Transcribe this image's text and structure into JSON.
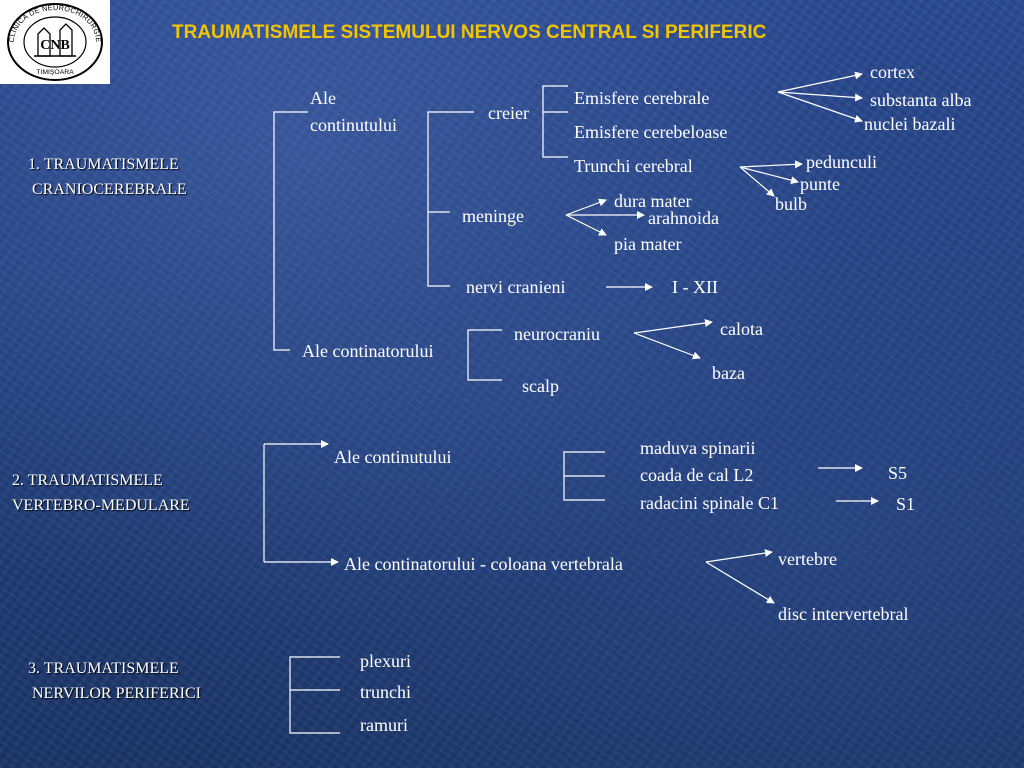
{
  "title": "TRAUMATISMELE SISTEMULUI NERVOS CENTRAL SI PERIFERIC",
  "logo": {
    "ring_text_top": "CLINICA DE NEUROCHIRURGIE",
    "ring_text_bottom": "TIMIŞOARA",
    "monogram": "CNB"
  },
  "colors": {
    "title": "#f2c500",
    "text": "#ffffff",
    "lines": "#ffffff"
  },
  "section1": {
    "label": "1. TRAUMATISMELE\n CRANIOCEREBRALE",
    "continut_label_1": "Ale",
    "continut_label_2": "continutului",
    "creier": "creier",
    "emisfere_cerebrale": "Emisfere cerebrale",
    "emisfere_cerebeloase": "Emisfere cerebeloase",
    "trunchi_cerebral": "Trunchi cerebral",
    "cortex": "cortex",
    "substanta_alba": "substanta alba",
    "nuclei_bazali": "nuclei bazali",
    "pedunculi": "pedunculi",
    "punte": "punte",
    "bulb": "bulb",
    "meninge": "meninge",
    "dura_mater": "dura mater",
    "arahnoida": "arahnoida",
    "pia_mater": "pia mater",
    "nervi_cranieni": "nervi cranieni",
    "nervi_range": "I - XII",
    "continator_label": "Ale continatorului",
    "neurocraniu": "neurocraniu",
    "calota": "calota",
    "baza": "baza",
    "scalp": "scalp"
  },
  "section2": {
    "label": "2. TRAUMATISMELE\nVERTEBRO-MEDULARE",
    "continut_label": "Ale continutului",
    "maduva": "maduva spinarii",
    "coada": "coada de cal L2",
    "radacini": "radacini spinale C1",
    "s5": "S5",
    "s1": "S1",
    "continator_label": "Ale continatorului - coloana vertebrala",
    "vertebre": "vertebre",
    "disc": "disc intervertebral"
  },
  "section3": {
    "label": "3. TRAUMATISMELE\n NERVILOR PERIFERICI",
    "plexuri": "plexuri",
    "trunchi": "trunchi",
    "ramuri": "ramuri"
  }
}
